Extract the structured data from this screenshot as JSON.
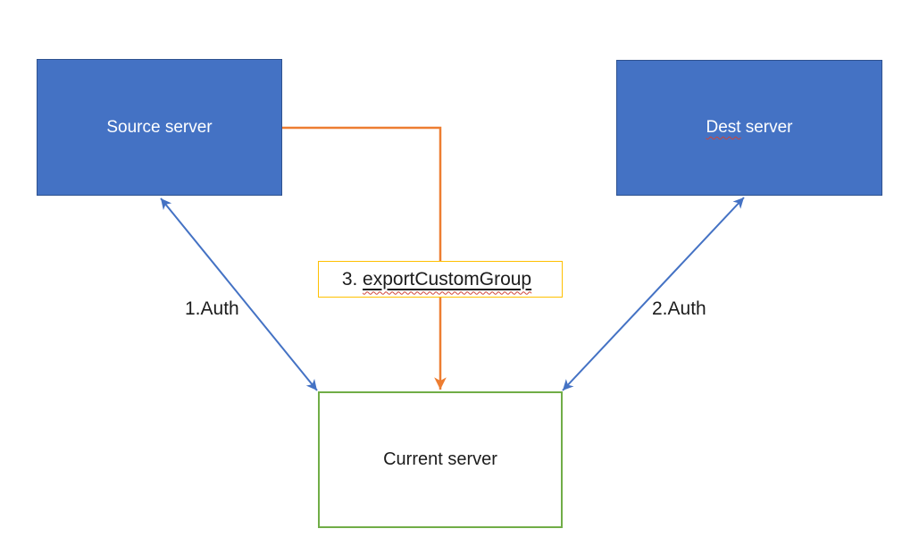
{
  "diagram": {
    "title_hint": "server auth and export flow diagram"
  },
  "nodes": {
    "source": {
      "label": "Source server"
    },
    "dest": {
      "label_word1": "Dest",
      "label_word2": "server"
    },
    "current": {
      "label": "Current server"
    }
  },
  "callout": {
    "prefix": "3.",
    "method": "exportCustomGroup"
  },
  "edges": {
    "auth_source_current": {
      "label": "1.Auth"
    },
    "auth_dest_current": {
      "label": "2.Auth"
    }
  },
  "colors": {
    "canvas_bg": "#ffffff",
    "box_fill_blue": "#4472c4",
    "box_border_blue": "#2f528f",
    "box_text_light": "#ffffff",
    "arrow_blue": "#4472c4",
    "arrow_orange": "#ed7d31",
    "current_border_green": "#70ad47",
    "callout_border_gold": "#ffc000",
    "spellcheck_red": "#d04437",
    "text_dark": "#1c1c1c"
  }
}
